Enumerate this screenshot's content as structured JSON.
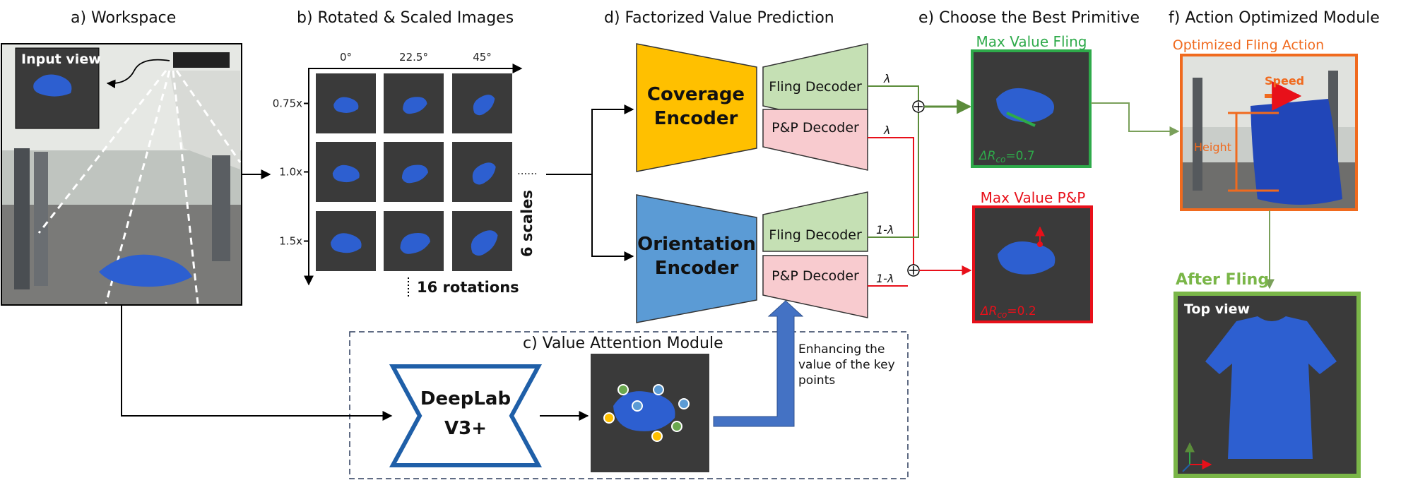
{
  "sections": {
    "a": "a) Workspace",
    "b": "b) Rotated  & Scaled Images",
    "c": "c) Value Attention Module",
    "d": "d) Factorized Value Prediction",
    "e": "e) Choose the Best Primitive",
    "f": "f) Action Optimized Module"
  },
  "workspace": {
    "input_view_label": "Input view"
  },
  "grid": {
    "angles": [
      "0°",
      "22.5°",
      "45°"
    ],
    "scales": [
      "0.75x",
      "1.0x",
      "1.5x"
    ],
    "rotations_label": "16 rotations",
    "scales_label": "6 scales",
    "ellipsis": "......"
  },
  "encoders": {
    "coverage": [
      "Coverage",
      "Encoder"
    ],
    "orientation": [
      "Orientation",
      "Encoder"
    ]
  },
  "decoders": {
    "fling": "Fling Decoder",
    "pnp": "P&P Decoder"
  },
  "weights": {
    "lambda": "λ",
    "one_minus_lambda": "1-λ"
  },
  "attention": {
    "network": [
      "DeepLab",
      "V3+"
    ],
    "note": [
      "Enhancing the",
      "value of the key",
      "points"
    ]
  },
  "best": {
    "fling_title": "Max Value Fling",
    "fling_delta": "ΔR",
    "fling_sub": "co",
    "fling_value": "=0.7",
    "pnp_title": "Max Value P&P",
    "pnp_delta": "ΔR",
    "pnp_sub": "co",
    "pnp_value": "=0.2"
  },
  "action": {
    "title": "Optimized Fling Action",
    "speed": "Speed",
    "height": "Height",
    "after_title": "After Fling",
    "top_view": "Top view"
  },
  "colors": {
    "coverage_encoder": "#FFC000",
    "orientation_encoder": "#5B9BD5",
    "fling_decoder": "#C5E0B4",
    "pnp_decoder": "#F8CBCF",
    "fling_green": "#2EAA4A",
    "pnp_red": "#E8101A",
    "orange": "#F06A1E",
    "deeplab_blue": "#1F5FA8",
    "line_green": "#5B8C3A",
    "line_red": "#E8101A"
  }
}
